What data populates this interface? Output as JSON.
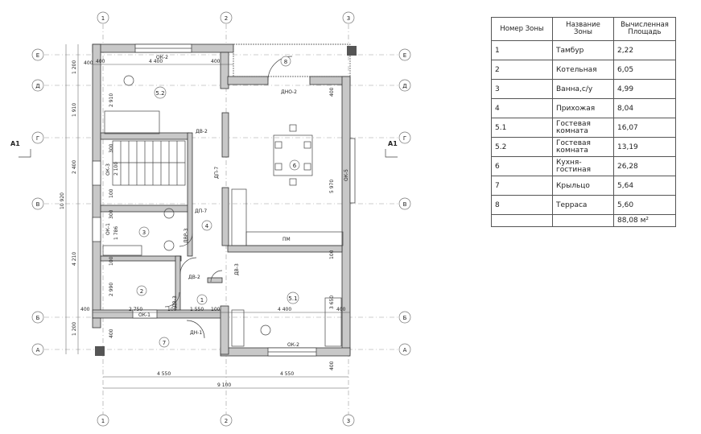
{
  "axes": {
    "columns": [
      "1",
      "2",
      "3"
    ],
    "rows": [
      "Е",
      "Д",
      "Г",
      "В",
      "Б",
      "А"
    ]
  },
  "section_marks": {
    "left": "А1",
    "right": "А1"
  },
  "rooms": [
    {
      "id": "1",
      "label": "1"
    },
    {
      "id": "2",
      "label": "2"
    },
    {
      "id": "3",
      "label": "3"
    },
    {
      "id": "4",
      "label": "4"
    },
    {
      "id": "5.1",
      "label": "5.1"
    },
    {
      "id": "5.2",
      "label": "5.2"
    },
    {
      "id": "6",
      "label": "6"
    },
    {
      "id": "7",
      "label": "7"
    },
    {
      "id": "8",
      "label": "8"
    }
  ],
  "openings": {
    "ok2_top": "ОК-2",
    "ok2_bottom": "ОК-2",
    "ok1": "ОК-1",
    "ok3": "ОК-3",
    "ok4": "ОК-1",
    "ok5": "ОК-5",
    "dno2": "ДНО-2",
    "dn1": "ДН-1",
    "dv2a": "ДВ-2",
    "dv2b": "ДВ-2",
    "dv3a": "ДВ-3",
    "dv3b": "ДВ-3",
    "dp7a": "ДП-7",
    "dp7b": "ДП-7",
    "dvr3": "ДВР-3",
    "pm": "ПМ"
  },
  "dims": {
    "top_left": "400",
    "top_mid": "4 400",
    "top_right": "400",
    "left_1": "1 200",
    "left_2": "1 910",
    "left_3": "2 400",
    "left_4": "4 210",
    "left_total": "10 920",
    "left_5": "1 200",
    "bot_inner_1": "2 750",
    "bot_inner_2": "1 550",
    "bot_inner_3": "4 400",
    "bot_inner_100a": "100",
    "bot_inner_100b": "100",
    "bot_inner_400a": "400",
    "bot_inner_400b": "400",
    "bottom_a": "4 550",
    "bottom_b": "4 550",
    "bottom_total": "9 100",
    "in_5970": "5 970",
    "in_2910": "2 910",
    "in_2990": "2 990",
    "in_2100": "2 100",
    "in_1786": "1 786",
    "in_3650": "3 650",
    "in_300a": "300",
    "in_300b": "300",
    "in_100a": "100",
    "in_100b": "100",
    "in_100c": "100",
    "in_400a": "400",
    "in_400b": "400",
    "in_400c": "400",
    "in_400d": "400"
  },
  "table": {
    "headers": [
      "Номер Зоны",
      "Название Зоны",
      "Вычисленная Площадь"
    ],
    "rows": [
      {
        "num": "1",
        "name": "Тамбур",
        "area": "2,22"
      },
      {
        "num": "2",
        "name": "Котельная",
        "area": "6,05"
      },
      {
        "num": "3",
        "name": "Ванна,с/у",
        "area": "4,99"
      },
      {
        "num": "4",
        "name": "Прихожая",
        "area": "8,04"
      },
      {
        "num": "5.1",
        "name": "Гостевая комната",
        "area": "16,07"
      },
      {
        "num": "5.2",
        "name": "Гостевая комната",
        "area": "13,19"
      },
      {
        "num": "6",
        "name": "Кухня-гостиная",
        "area": "26,28"
      },
      {
        "num": "7",
        "name": "Крыльцо",
        "area": "5,64"
      },
      {
        "num": "8",
        "name": "Терраса",
        "area": "5,60"
      }
    ],
    "total": "88,08 м²"
  }
}
